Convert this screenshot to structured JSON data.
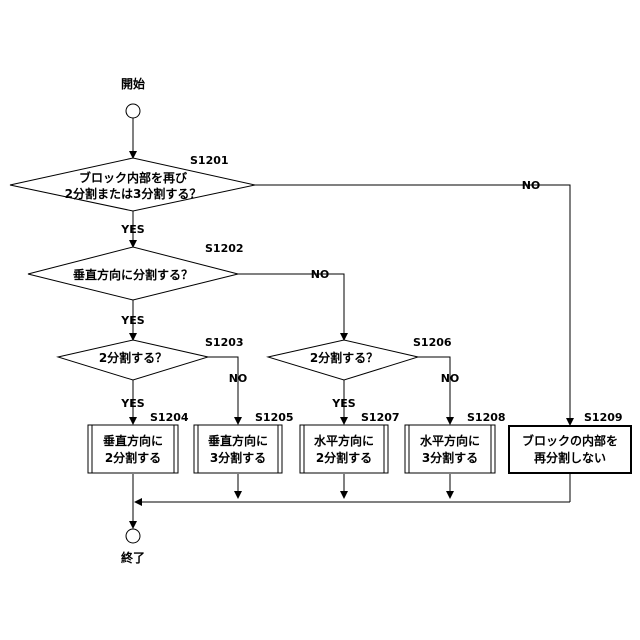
{
  "terminals": {
    "start": "開始",
    "end": "終了"
  },
  "decisions": {
    "d1": {
      "step": "S1201",
      "line1": "ブロック内部を再び",
      "line2": "2分割または3分割する？"
    },
    "d2": {
      "step": "S1202",
      "line1": "垂直方向に分割する？"
    },
    "d3": {
      "step": "S1203",
      "line1": "2分割する？"
    },
    "d4": {
      "step": "S1206",
      "line1": "2分割する？"
    }
  },
  "processes": {
    "p1204": {
      "step": "S1204",
      "line1": "垂直方向に",
      "line2": "2分割する"
    },
    "p1205": {
      "step": "S1205",
      "line1": "垂直方向に",
      "line2": "3分割する"
    },
    "p1207": {
      "step": "S1207",
      "line1": "水平方向に",
      "line2": "2分割する"
    },
    "p1208": {
      "step": "S1208",
      "line1": "水平方向に",
      "line2": "3分割する"
    },
    "p1209": {
      "step": "S1209",
      "line1": "ブロックの内部を",
      "line2": "再分割しない"
    }
  },
  "branch_labels": {
    "yes": "YES",
    "no": "NO"
  }
}
